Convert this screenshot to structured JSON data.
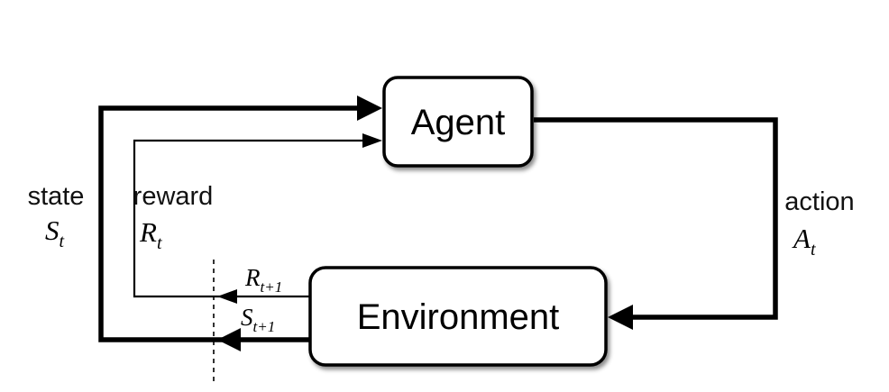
{
  "figure": {
    "colors": {
      "background": "#ffffff",
      "stroke": "#000000",
      "box_fill": "#ffffff"
    },
    "boxes": {
      "agent": "Agent",
      "environment": "Environment"
    },
    "labels": {
      "state_word": "state",
      "state_base": "S",
      "state_sub": "t",
      "reward_word": "reward",
      "reward_base": "R",
      "reward_sub": "t",
      "action_word": "action",
      "action_base": "A",
      "action_sub": "t",
      "next_reward_base": "R",
      "next_reward_sub": "t+1",
      "next_state_base": "S",
      "next_state_sub": "t+1"
    }
  }
}
